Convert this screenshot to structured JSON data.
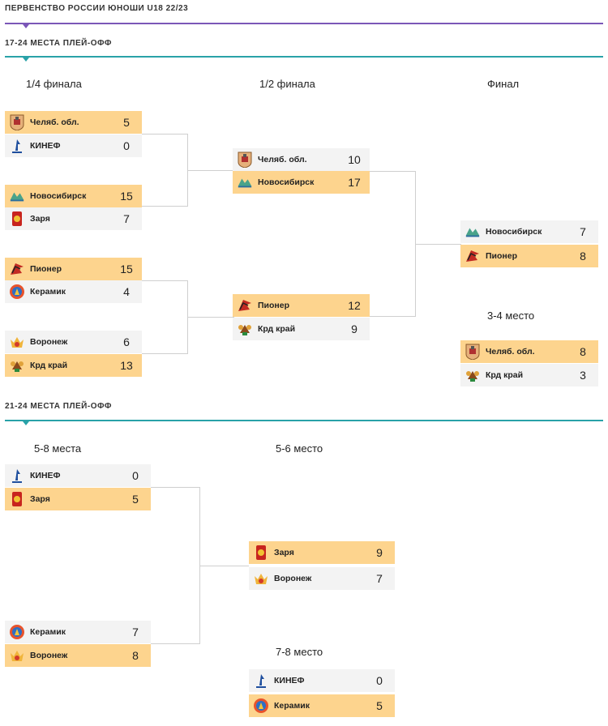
{
  "header": {
    "title": "ПЕРВЕНСТВО РОССИИ ЮНОШИ U18 22/23",
    "section1": "17-24 МЕСТА ПЛЕЙ-ОФФ",
    "section2": "21-24 МЕСТА ПЛЕЙ-ОФФ"
  },
  "colors": {
    "title_line": "#7b57b8",
    "section_line": "#29a2a8",
    "winner": "#fdd48e",
    "loser": "#f3f3f3"
  },
  "rounds": {
    "quarter": "1/4 финала",
    "semi": "1/2 финала",
    "final": "Финал",
    "third": "3-4 место",
    "places58": "5-8 места",
    "places56": "5-6 место",
    "places78": "7-8 место"
  },
  "matches": {
    "qf1": {
      "t1": {
        "name": "Челяб. обл.",
        "score": "5",
        "logo": "chelyabinsk-logo"
      },
      "t2": {
        "name": "КИНЕФ",
        "score": "0",
        "logo": "kinef-logo"
      }
    },
    "qf2": {
      "t1": {
        "name": "Новосибирск",
        "score": "15",
        "logo": "novosibirsk-logo"
      },
      "t2": {
        "name": "Заря",
        "score": "7",
        "logo": "zarya-logo"
      }
    },
    "qf3": {
      "t1": {
        "name": "Пионер",
        "score": "15",
        "logo": "pioner-logo"
      },
      "t2": {
        "name": "Керамик",
        "score": "4",
        "logo": "keramik-logo"
      }
    },
    "qf4": {
      "t1": {
        "name": "Воронеж",
        "score": "6",
        "logo": "voronezh-logo"
      },
      "t2": {
        "name": "Крд край",
        "score": "13",
        "logo": "krasnodar-logo"
      }
    },
    "sf1": {
      "t1": {
        "name": "Челяб. обл.",
        "score": "10",
        "logo": "chelyabinsk-logo"
      },
      "t2": {
        "name": "Новосибирск",
        "score": "17",
        "logo": "novosibirsk-logo"
      }
    },
    "sf2": {
      "t1": {
        "name": "Пионер",
        "score": "12",
        "logo": "pioner-logo"
      },
      "t2": {
        "name": "Крд край",
        "score": "9",
        "logo": "krasnodar-logo"
      }
    },
    "final": {
      "t1": {
        "name": "Новосибирск",
        "score": "7",
        "logo": "novosibirsk-logo"
      },
      "t2": {
        "name": "Пионер",
        "score": "8",
        "logo": "pioner-logo"
      }
    },
    "third": {
      "t1": {
        "name": "Челяб. обл.",
        "score": "8",
        "logo": "chelyabinsk-logo"
      },
      "t2": {
        "name": "Крд край",
        "score": "3",
        "logo": "krasnodar-logo"
      }
    },
    "p58a": {
      "t1": {
        "name": "КИНЕФ",
        "score": "0",
        "logo": "kinef-logo"
      },
      "t2": {
        "name": "Заря",
        "score": "5",
        "logo": "zarya-logo"
      }
    },
    "p58b": {
      "t1": {
        "name": "Керамик",
        "score": "7",
        "logo": "keramik-logo"
      },
      "t2": {
        "name": "Воронеж",
        "score": "8",
        "logo": "voronezh-logo"
      }
    },
    "p56": {
      "t1": {
        "name": "Заря",
        "score": "9",
        "logo": "zarya-logo"
      },
      "t2": {
        "name": "Воронеж",
        "score": "7",
        "logo": "voronezh-logo"
      }
    },
    "p78": {
      "t1": {
        "name": "КИНЕФ",
        "score": "0",
        "logo": "kinef-logo"
      },
      "t2": {
        "name": "Керамик",
        "score": "5",
        "logo": "keramik-logo"
      }
    }
  }
}
